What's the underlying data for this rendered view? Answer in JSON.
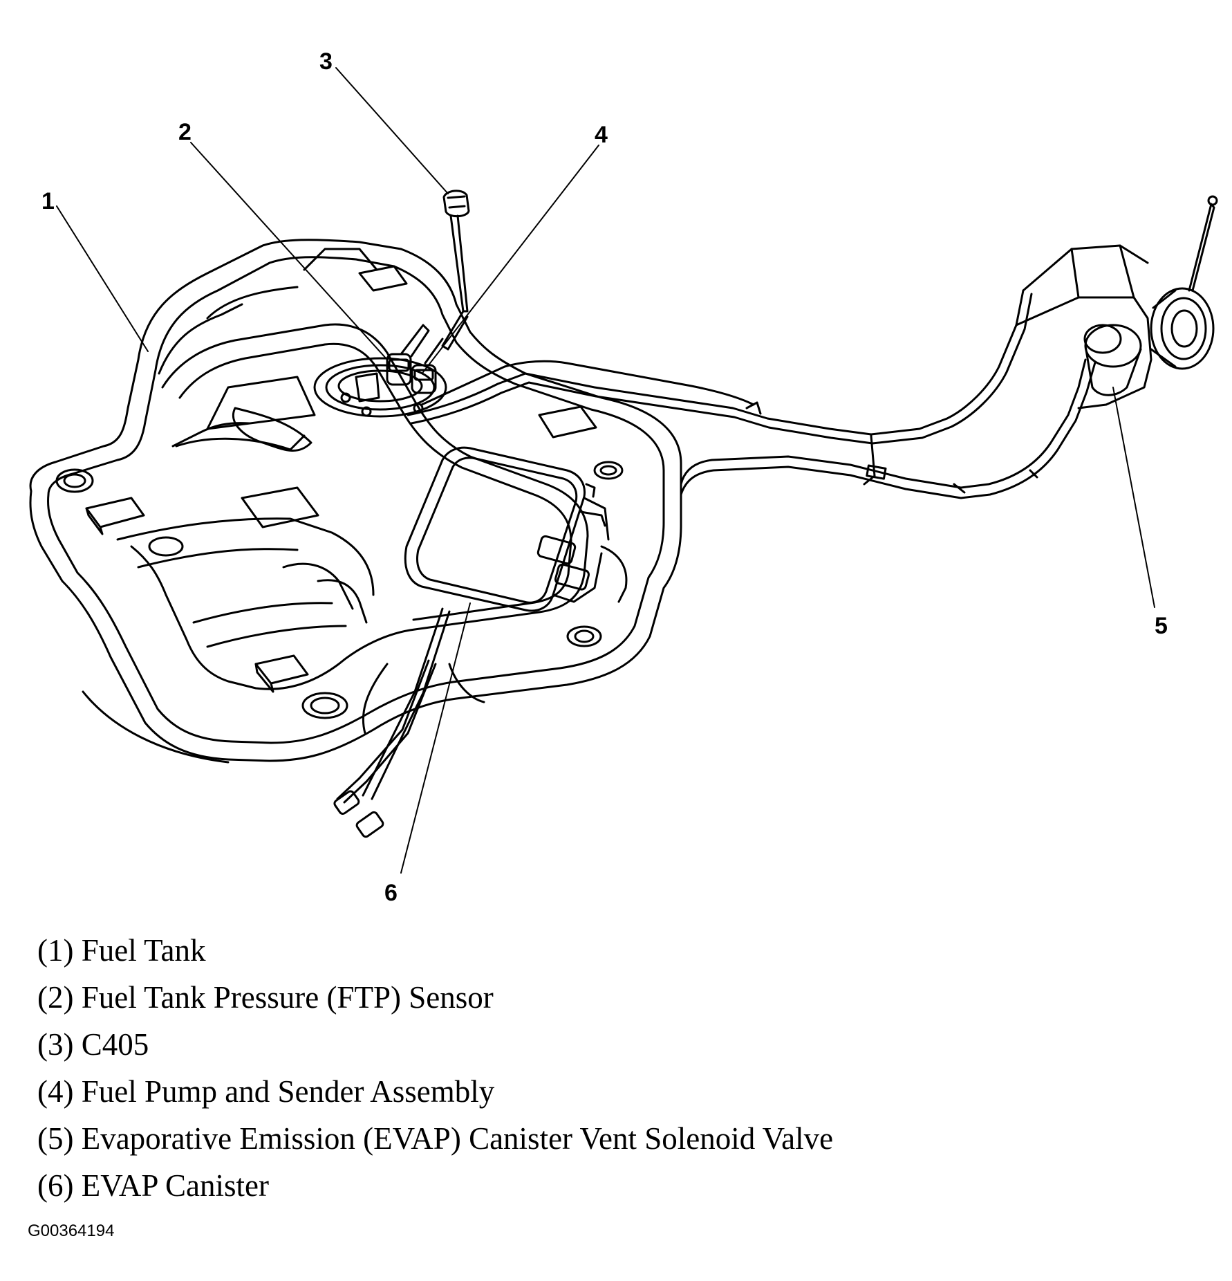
{
  "callouts": {
    "c1": "1",
    "c2": "2",
    "c3": "3",
    "c4": "4",
    "c5": "5",
    "c6": "6"
  },
  "legend": [
    "(1) Fuel Tank",
    "(2) Fuel Tank Pressure (FTP) Sensor",
    "(3) C405",
    "(4) Fuel Pump and Sender Assembly",
    "(5) Evaporative Emission (EVAP) Canister Vent Solenoid Valve",
    "(6) EVAP Canister"
  ],
  "figure_id": "G00364194"
}
